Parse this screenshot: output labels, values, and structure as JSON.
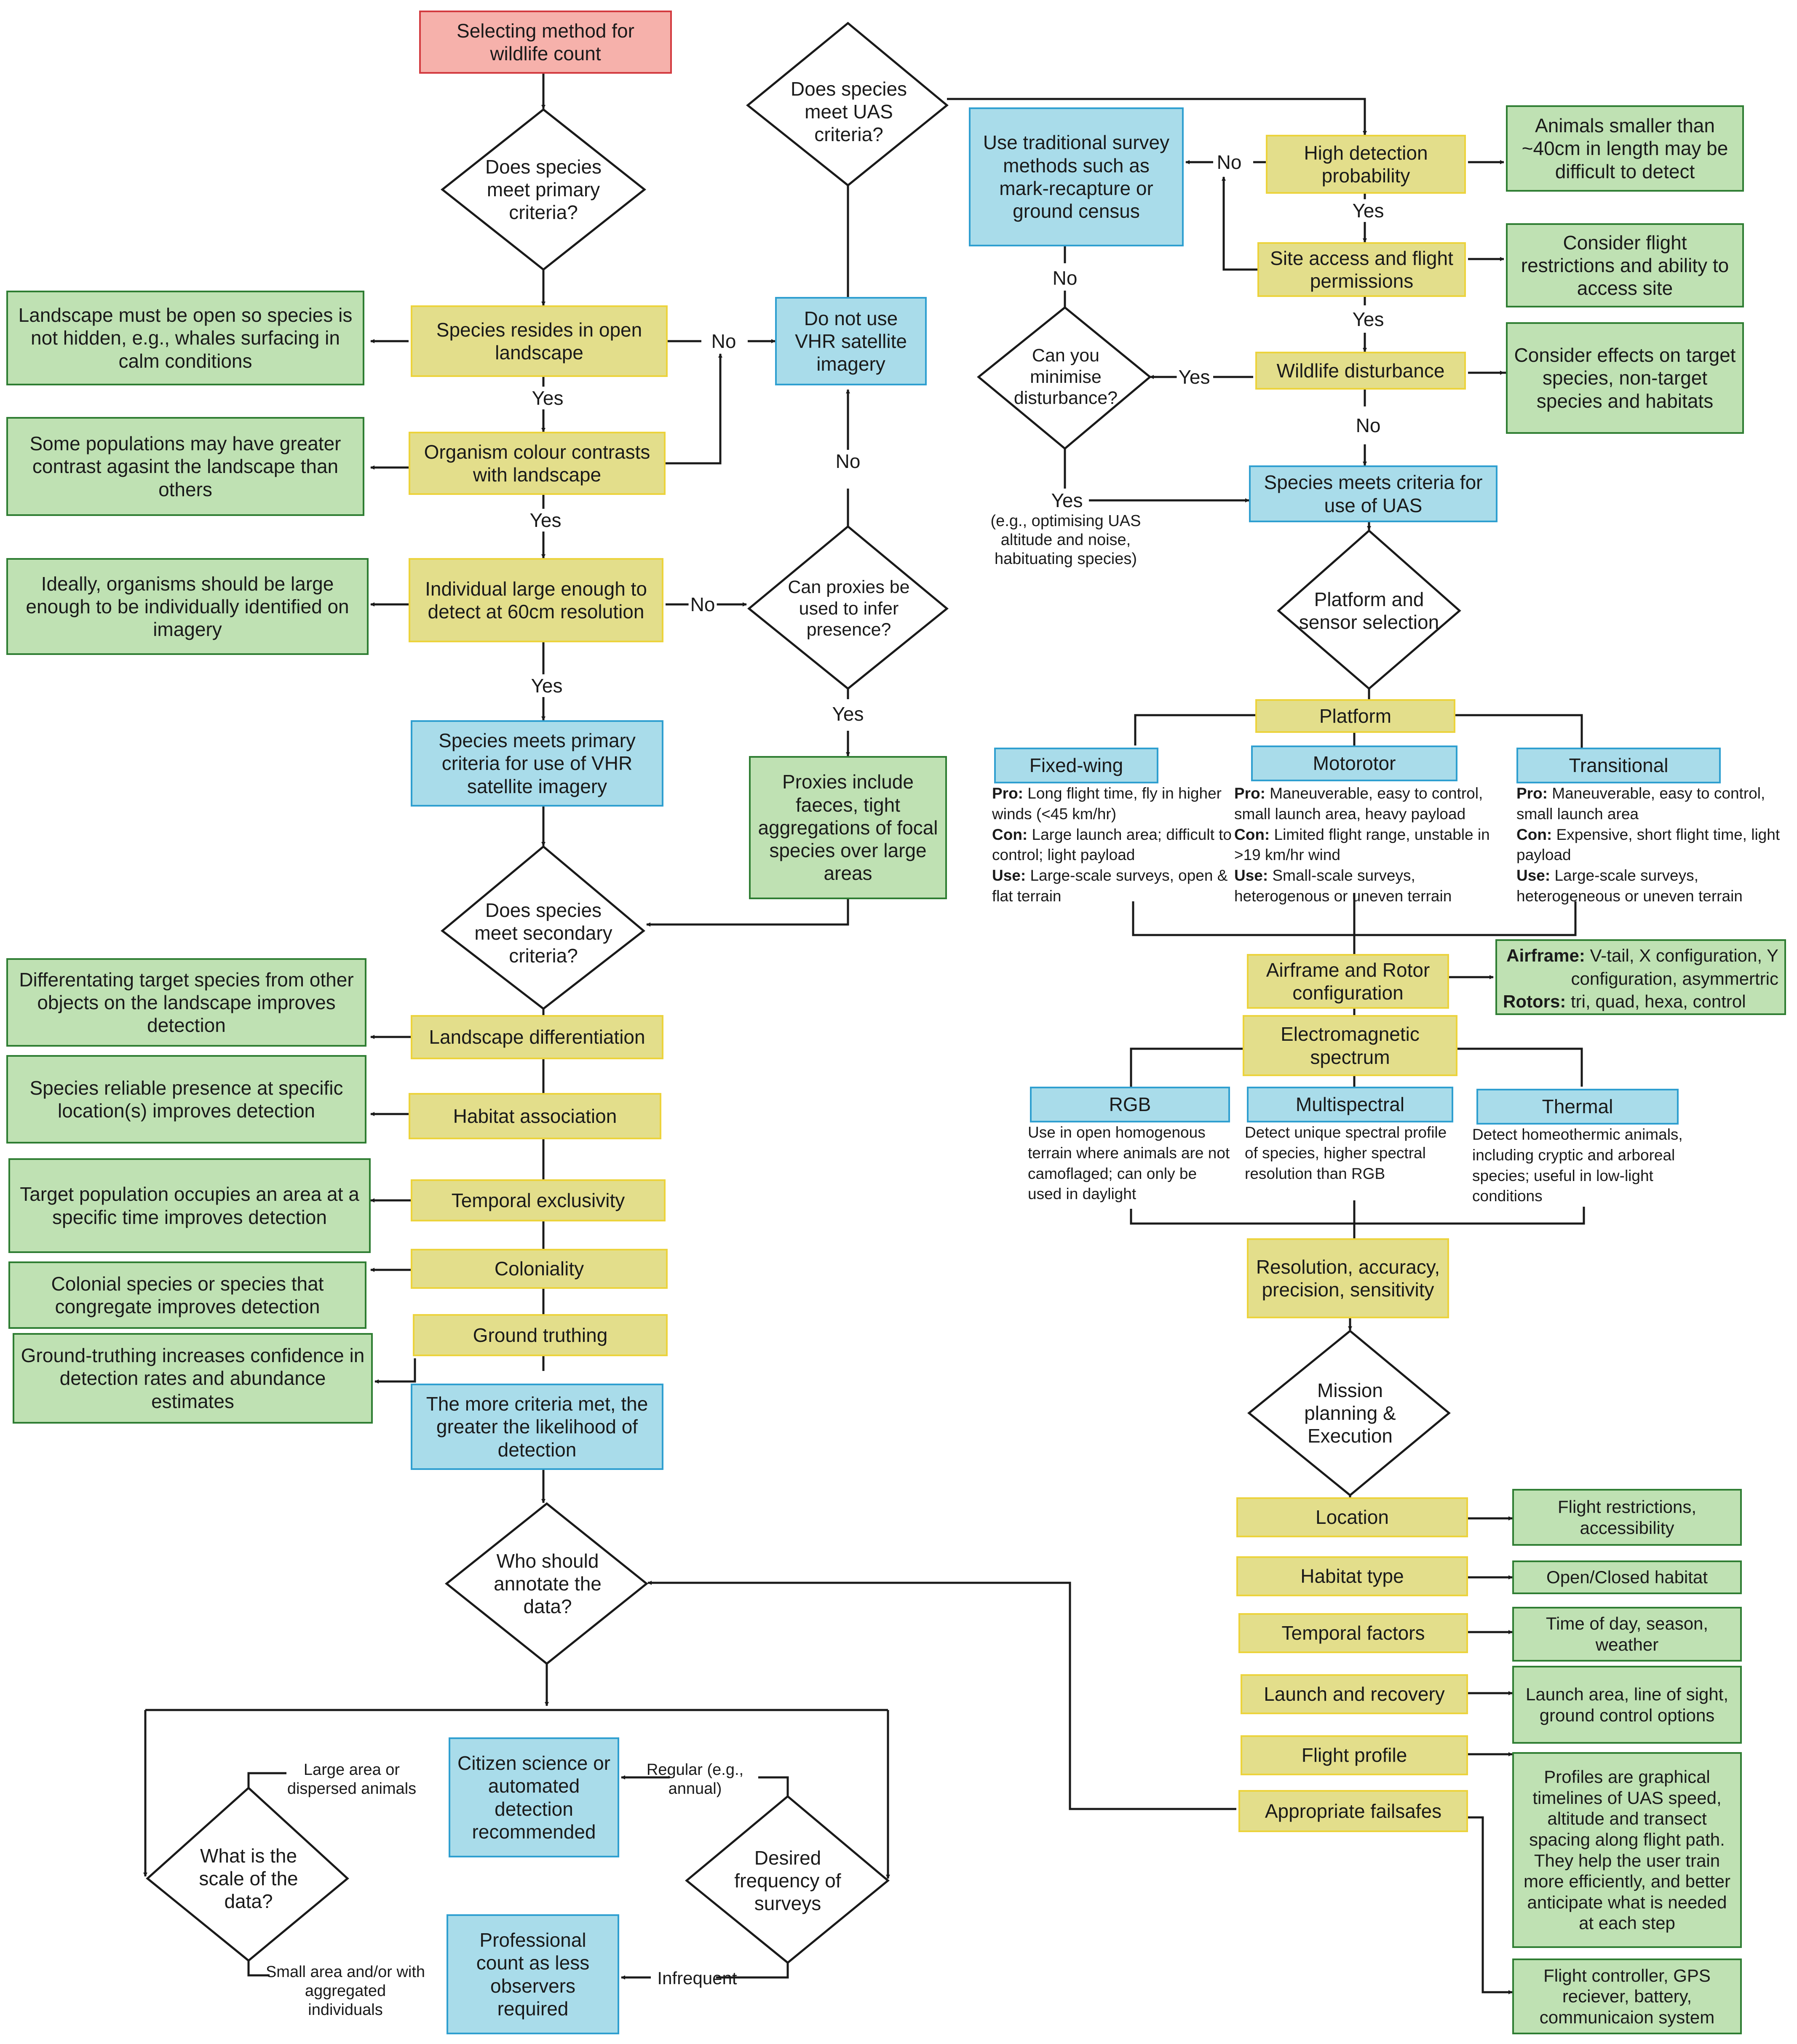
{
  "left": {
    "start": "Selecting method for wildlife count",
    "primary_q": "Does species meet primary criteria?",
    "open_landscape": "Species resides in open landscape",
    "open_note": "Landscape must be open so species is not hidden, e.g., whales surfacing in calm conditions",
    "colour": "Organism colour contrasts with landscape",
    "colour_note": "Some populations may have greater contrast agasint the landscape than others",
    "large": "Individual large enough to detect at 60cm resolution",
    "large_note": "Ideally, organisms should be large enough to be individually identified on imagery",
    "meets_primary": "Species meets primary criteria for use of VHR satellite imagery",
    "do_not_use": "Do not use VHR satellite imagery",
    "proxies_q": "Can proxies be used to infer presence?",
    "proxies": "Proxies include faeces, tight aggregations of focal species over large areas",
    "uas_q": "Does species meet UAS criteria?",
    "secondary_q": "Does species meet secondary criteria?",
    "landscape_diff": "Landscape differentiation",
    "landscape_diff_note": "Differentating target species from other objects on the landscape improves detection",
    "habitat": "Habitat association",
    "habitat_note": "Species reliable presence at specific location(s) improves detection",
    "temporal": "Temporal exclusivity",
    "temporal_note": "Target population occupies an area at a specific time improves detection",
    "coloniality": "Coloniality",
    "coloniality_note": "Colonial species or species that congregate improves detection",
    "ground": "Ground truthing",
    "ground_note": "Ground-truthing increases confidence in detection rates and abundance estimates",
    "more_criteria": "The more criteria met, the greater the likelihood of detection",
    "annotate_q": "Who should annotate the data?",
    "scale_q": "What is the scale of the data?",
    "freq_q": "Desired frequency of surveys",
    "citizen": "Citizen science or automated detection recommended",
    "professional": "Professional count as less observers required",
    "large_area": "Large area or dispersed animals",
    "small_area": "Small area and/or with aggregated individuals",
    "regular": "Regular (e.g., annual)",
    "infrequent": "Infrequent"
  },
  "right": {
    "traditional": "Use traditional survey methods such as mark-recapture or ground census",
    "high_detection": "High detection probability",
    "high_detection_note": "Animals smaller than ~40cm in length may be difficult to detect",
    "site_access": "Site access and flight permissions",
    "site_access_note": "Consider flight restrictions and ability to access site",
    "disturbance": "Wildlife disturbance",
    "disturbance_note": "Consider effects on target species, non-target species and habitats",
    "minimise_q": "Can you minimise disturbance?",
    "minimise_yes_note": "(e.g., optimising UAS altitude and noise, habituating species)",
    "meets_uas": "Species meets criteria for use of UAS",
    "platform_q": "Platform and sensor selection",
    "platform": "Platform",
    "fixed_wing": "Fixed-wing",
    "fixed_pro": "Long flight time, fly in higher winds (<45 km/hr)",
    "fixed_con": "Large launch area; difficult to control; light payload",
    "fixed_use": "Large-scale surveys, open & flat terrain",
    "motorotor": "Motorotor",
    "moto_pro": "Maneuverable, easy to control, small launch area, heavy payload",
    "moto_con": "Limited flight range, unstable in >19 km/hr wind",
    "moto_use": "Small-scale surveys, heterogenous or uneven terrain",
    "transitional": "Transitional",
    "trans_pro": "Maneuverable, easy to control, small launch area",
    "trans_con": "Expensive, short flight time, light payload",
    "trans_use": "Large-scale surveys, heterogeneous or uneven terrain",
    "airframe": "Airframe and Rotor configuration",
    "airframe_label": "Airframe:",
    "airframe_text": "V-tail, X configuration, Y configuration, asymmertric",
    "rotors_label": "Rotors:",
    "rotors_text": "tri, quad, hexa, control",
    "em": "Electromagnetic spectrum",
    "rgb": "RGB",
    "rgb_note": "Use in open homogenous terrain where animals are not camoflaged; can only be used in daylight",
    "multi": "Multispectral",
    "multi_note": "Detect unique spectral profile of species, higher spectral resolution than RGB",
    "thermal": "Thermal",
    "thermal_note": "Detect homeothermic animals, including cryptic and arboreal species; useful in low-light conditions",
    "resolution": "Resolution, accuracy, precision, sensitivity",
    "mission_q": "Mission planning & Execution",
    "location": "Location",
    "location_note": "Flight restrictions, accessibility",
    "habitat_type": "Habitat type",
    "habitat_type_note": "Open/Closed habitat",
    "temporal_factors": "Temporal factors",
    "temporal_factors_note": "Time of day, season, weather",
    "launch": "Launch and recovery",
    "launch_note": "Launch area, line of sight, ground control options",
    "flight_profile": "Flight profile",
    "flight_profile_note": "Profiles are graphical timelines of UAS speed, altitude and transect spacing along flight path. They help the user train more efficiently, and better anticipate what is needed at each step",
    "failsafes": "Appropriate failsafes",
    "failsafes_note": "Flight controller, GPS reciever, battery, communicaion system"
  },
  "labels": {
    "yes": "Yes",
    "no": "No",
    "pro": "Pro:",
    "con": "Con:",
    "use": "Use:"
  },
  "colors": {
    "start": "#f6b1ab",
    "criteria": "#e3de8b",
    "outcome": "#a9dcea",
    "note": "#bfe1b3"
  }
}
